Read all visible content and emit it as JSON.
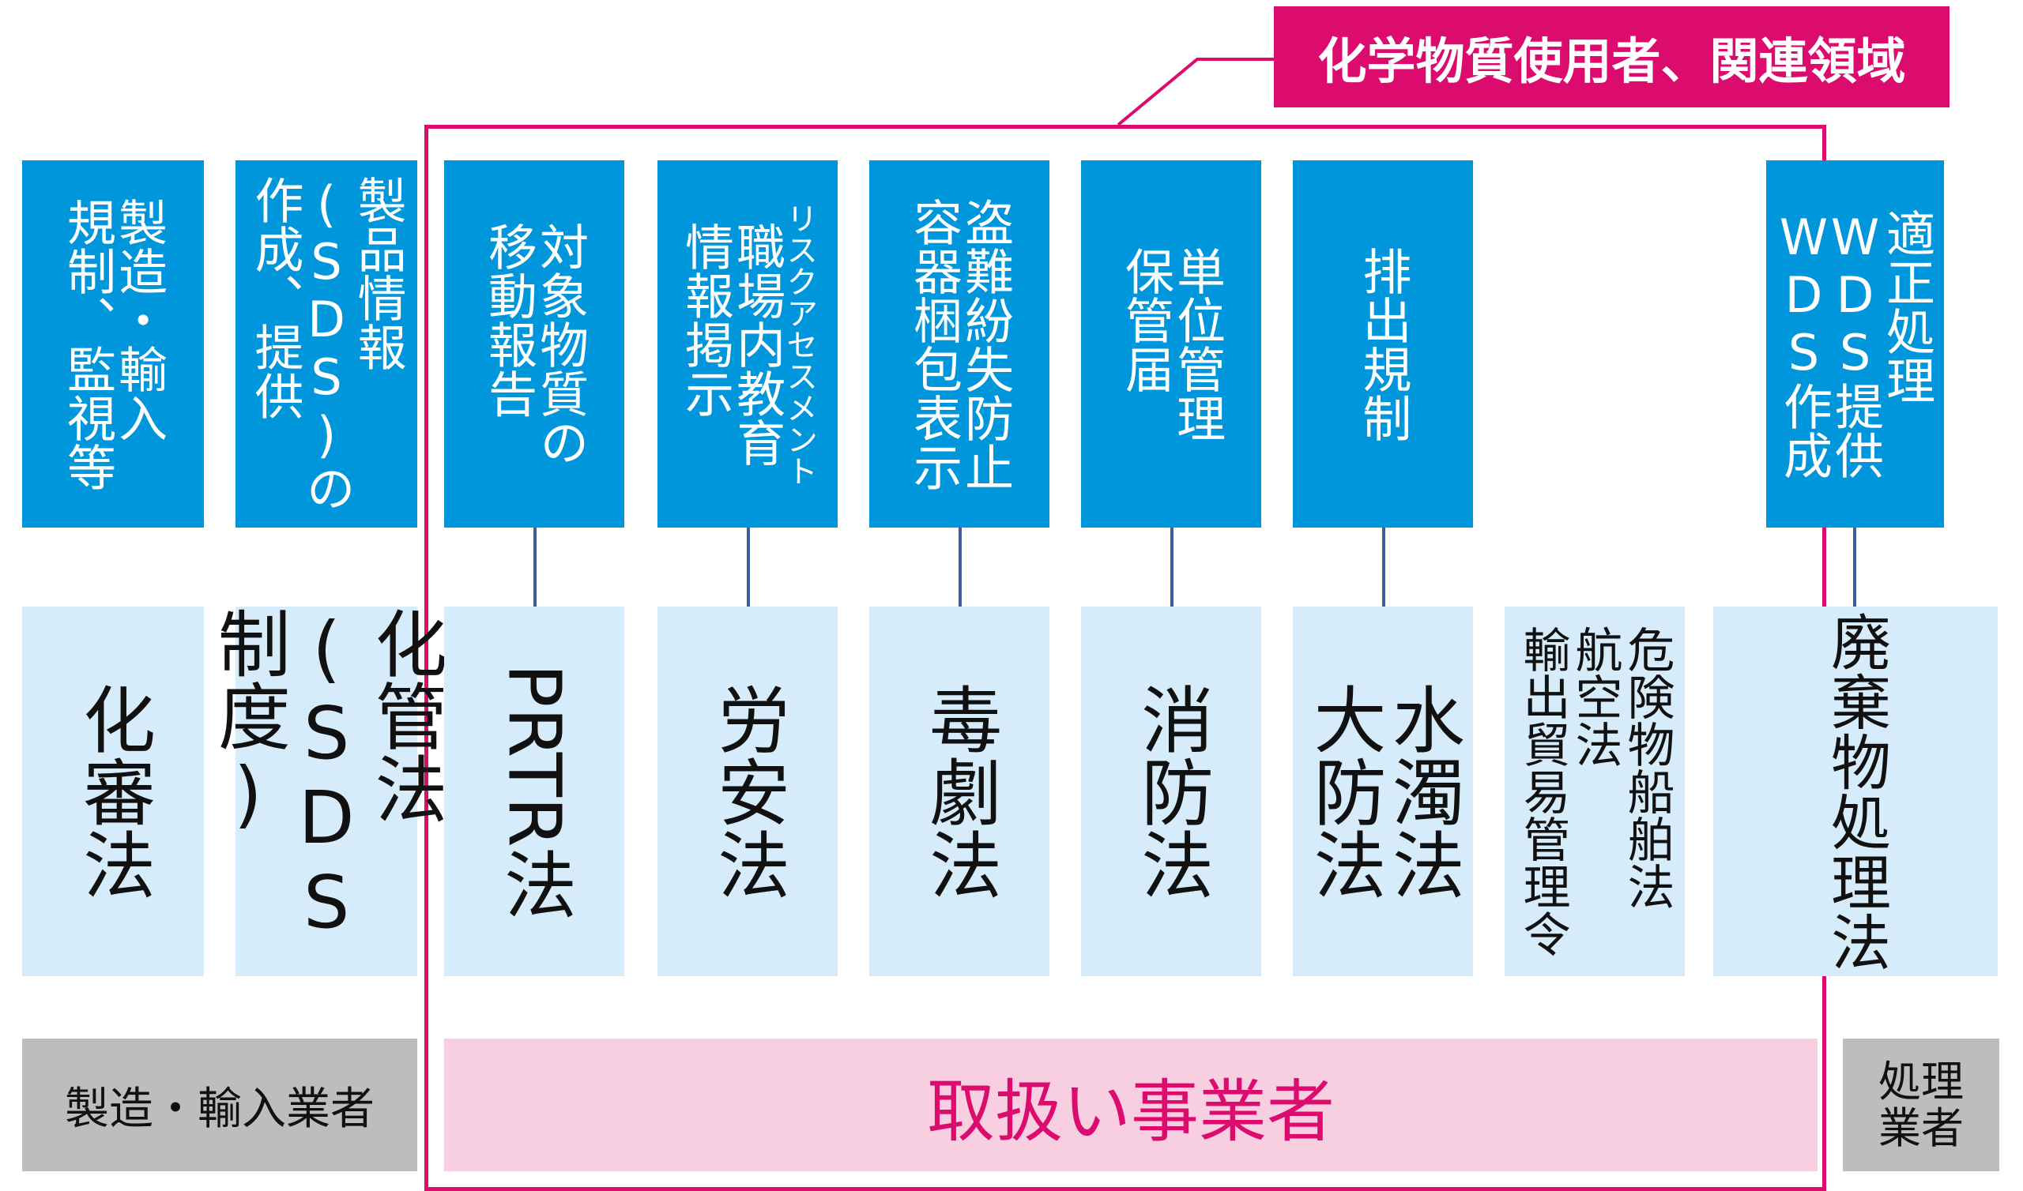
{
  "colors": {
    "top_box": "#0096dc",
    "law_box": "#d6ecfa",
    "accent": "#dc0b6e",
    "handler_bg": "#f8cfe1",
    "gray_box": "#bdbdbd",
    "connector": "#3f5f9a"
  },
  "header": {
    "label": "化学物質使用者、関連領域"
  },
  "top_boxes": [
    {
      "text": "製造・輸入\n規制、監視等"
    },
    {
      "text": "製品情報\n(SDS)の\n作成、提供"
    },
    {
      "text": "対象物質の\n移動報告"
    },
    {
      "text": "職場内教育\n情報掲示",
      "note": "リスクアセスメント"
    },
    {
      "text": "盗難紛失防止\n容器梱包表示"
    },
    {
      "text": "単位管理\n保管届"
    },
    {
      "text": "排出規制"
    },
    {
      "text": "適正処理\nWDS提供\nWDS作成"
    }
  ],
  "laws": [
    {
      "text": "化審法"
    },
    {
      "text": "化管法\n(SDS制度)"
    },
    {
      "text": "PRTR法"
    },
    {
      "text": "労安法"
    },
    {
      "text": "毒劇法"
    },
    {
      "text": "消防法"
    },
    {
      "text": "水濁法\n大防法"
    },
    {
      "text": "危険物船舶法\n航空法\n輸出貿易管理令"
    },
    {
      "text": "廃棄物処理法"
    }
  ],
  "categories": {
    "manufacturer": "製造・輸入業者",
    "handler": "取扱い事業者",
    "disposer": "処理\n業者"
  }
}
